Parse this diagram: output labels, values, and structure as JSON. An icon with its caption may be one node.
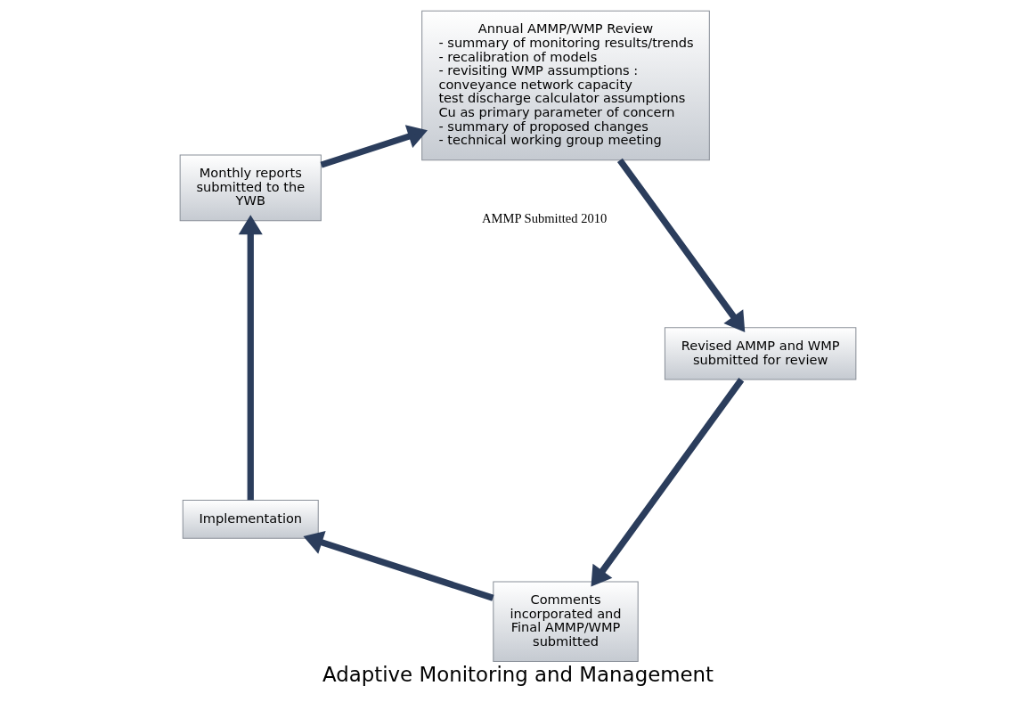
{
  "diagram": {
    "title": "Adaptive Monitoring and Management",
    "nodes": [
      {
        "text": [
          "Comments incorporated and Final AMMP/WMP submitted"
        ]
      },
      {
        "text": [
          "Implementation"
        ]
      },
      {
        "text": [
          "Monthly reports submitted to the YWB"
        ]
      },
      {
        "text": [
          "Annual AMMP/WMP Review",
          "- summary of monitoring results/trends",
          "- recalibration of models",
          "- revisiting WMP assumptions :",
          "conveyance network capacity",
          "test discharge calculator assumptions",
          "Cu as primary parameter of concern",
          "- summary of proposed changes",
          "- technical working group meeting"
        ]
      },
      {
        "text": [
          "Revised AMMP and WMP submitted for review"
        ]
      }
    ],
    "edges": [
      {
        "from": 0,
        "to": 1,
        "arrow": "to"
      },
      {
        "from": 1,
        "to": 2,
        "arrow": "to"
      },
      {
        "from": 2,
        "to": 3,
        "arrow": "to"
      },
      {
        "from": 3,
        "to": 4,
        "arrow": "to"
      },
      {
        "from": 4,
        "to": 0,
        "arrow": "to"
      }
    ],
    "labels": [
      "AMMP Submitted 2010"
    ]
  }
}
